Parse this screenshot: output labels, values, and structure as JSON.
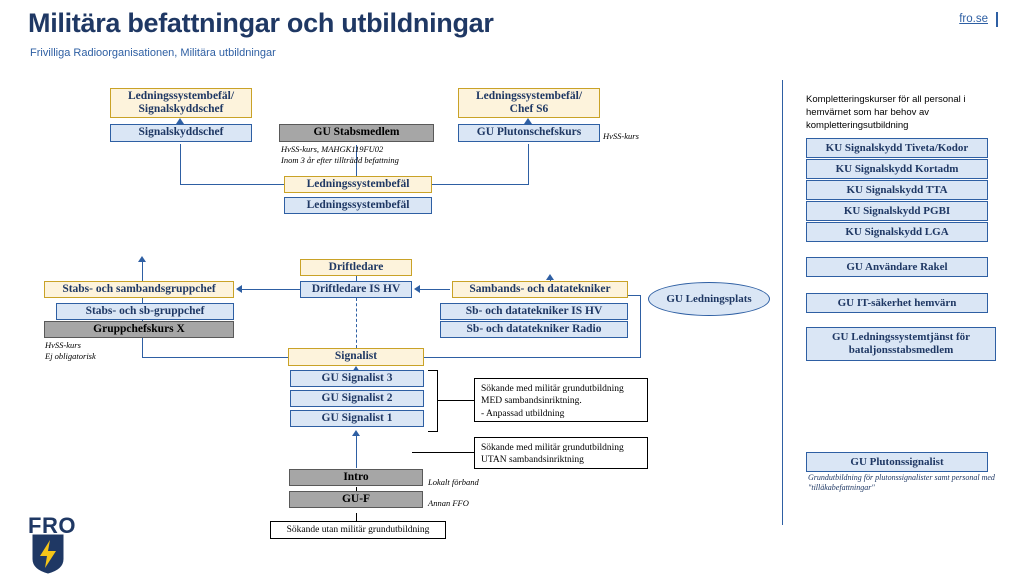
{
  "header": {
    "title": "Militära befattningar och utbildningar",
    "subtitle": "Frivilliga Radioorganisationen, Militära utbildningar",
    "link": "fro.se"
  },
  "logo": {
    "text": "FRO"
  },
  "diagram": {
    "ledningssystembefal_signalskyddschef": "Ledningssystembefäl/\nSignalskyddschef",
    "signalskyddschef": "Signalskyddschef",
    "gu_stabsmedlem": "GU Stabsmedlem",
    "gu_stabsmedlem_note": "HvSS-kurs, MAHGK119FU02\nInom 3 år efter tillträdd befattning",
    "ledningssystembefal_chef_s6": "Ledningssystembefäl/\nChef S6",
    "gu_plutonschefskurs": "GU Plutonschefskurs",
    "gu_plutonschefskurs_note": "HvSS-kurs",
    "ledningssystembefal_cream": "Ledningssystembefäl",
    "ledningssystembefal_blue": "Ledningssystembefäl",
    "driftledare": "Driftledare",
    "driftledare_is_hv": "Driftledare IS HV",
    "stabs_och_sambandsgruppchef": "Stabs- och sambandsgruppchef",
    "stabs_och_sb_gruppchef": "Stabs- och sb-gruppchef",
    "gruppchefskurs_x": "Gruppchefskurs X",
    "gruppchefskurs_note": "HvSS-kurs\nEj obligatorisk",
    "sambands_och_datatekniker": "Sambands- och datatekniker",
    "sb_och_datatekniker_is_hv": "Sb- och datatekniker IS HV",
    "sb_och_datatekniker_radio": "Sb- och datatekniker Radio",
    "gu_ledningsplats": "GU Ledningsplats",
    "signalist": "Signalist",
    "gu_signalist_3": "GU Signalist 3",
    "gu_signalist_2": "GU Signalist 2",
    "gu_signalist_1": "GU Signalist 1",
    "callout_med": "Sökande med militär grundutbildning\nMED sambandsinriktning.\n- Anpassad utbildning",
    "callout_utan": "Sökande med militär grundutbildning\nUTAN sambandsinriktning",
    "intro": "Intro",
    "intro_note": "Lokalt förband",
    "gu_f": "GU-F",
    "gu_f_note": "Annan FFO",
    "sokande_utan": "Sökande utan militär grundutbildning"
  },
  "panel": {
    "intro": "Kompletteringskurser för all personal i hemvärnet som har behov av kompletteringsutbildning",
    "items": [
      {
        "label": "KU Signalskydd Tiveta/Kodor"
      },
      {
        "label": "KU Signalskydd Kortadm"
      },
      {
        "label": "KU Signalskydd TTA"
      },
      {
        "label": "KU Signalskydd PGBI"
      },
      {
        "label": "KU Signalskydd LGA"
      },
      {
        "label": "GU Användare Rakel"
      },
      {
        "label": "GU IT-säkerhet hemvärn"
      },
      {
        "label": "GU Ledningssystemtjänst för bataljonsstabsmedlem"
      },
      {
        "label": "GU Plutonssignalist"
      }
    ],
    "plutonssignalist_note": "Grundutbildning för plutonssignalister samt personal med \"tilläkabefattningar\""
  },
  "colors": {
    "accent": "#2E5FA3",
    "title": "#1F3864",
    "cream": "#FDF3DC",
    "lightblue": "#DAE6F5",
    "gray": "#A6A6A6"
  }
}
